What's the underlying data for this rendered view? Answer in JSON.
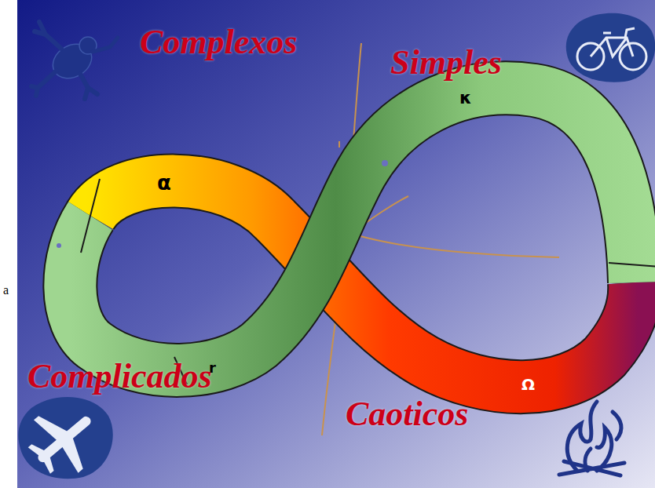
{
  "diagram": {
    "labels": [
      "Complexos",
      "Simples",
      "κ",
      "α",
      "a",
      "Complicados",
      "r",
      "Ω",
      "Caoticos"
    ]
  }
}
